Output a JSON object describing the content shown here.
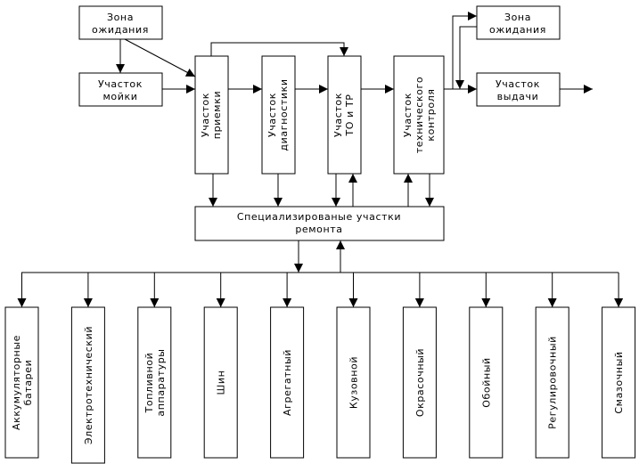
{
  "blocks": {
    "zona_1": [
      "Зона",
      "ожидания"
    ],
    "moika": [
      "Участок",
      "мойки"
    ],
    "priemka": [
      "Участок",
      "приемки"
    ],
    "diagnostika": [
      "Участок",
      "диагностики"
    ],
    "to_tr": [
      "Участок",
      "ТО и ТР"
    ],
    "tech_kontrol": [
      "Участок",
      "технического",
      "контроля"
    ],
    "zona_2": [
      "Зона",
      "ожидания"
    ],
    "vydacha": [
      "Участок",
      "выдачи"
    ],
    "spec": [
      "Специализированые участки",
      "ремонта"
    ]
  },
  "workshops": [
    [
      "Аккумуляторные",
      "батареи"
    ],
    [
      "Электротехнический"
    ],
    [
      "Топливной",
      "аппаратуры"
    ],
    [
      "Шин"
    ],
    [
      "Агрегатный"
    ],
    [
      "Кузовной"
    ],
    [
      "Окрасочный"
    ],
    [
      "Обойный"
    ],
    [
      "Регулировочный"
    ],
    [
      "Смазочный"
    ]
  ]
}
